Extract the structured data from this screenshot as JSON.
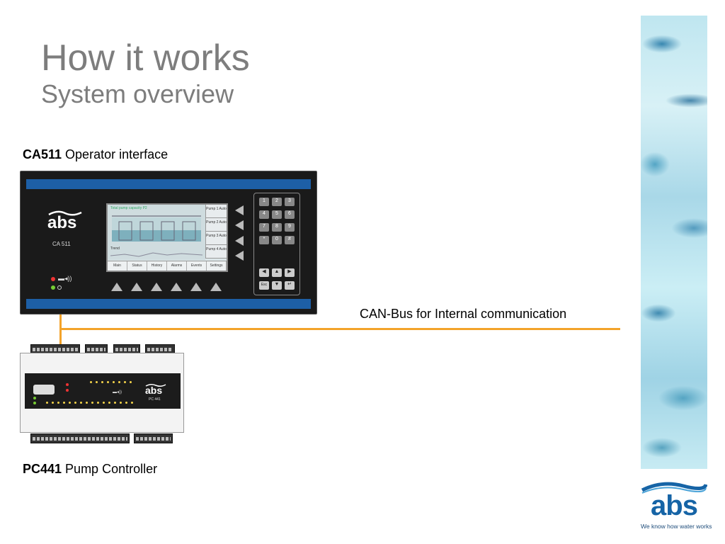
{
  "slide": {
    "title": "How it works",
    "subtitle": "System overview"
  },
  "ca511": {
    "caption_bold": "CA511",
    "caption_rest": " Operator interface",
    "brand": "abs",
    "model": "CA 511",
    "screen": {
      "header": "Total pump capacity P2",
      "pump_buttons": [
        "Pump 1 Auto",
        "Pump 2 Auto",
        "Pump 3 Auto",
        "Pump 4 Auto"
      ],
      "tabs": [
        "Main",
        "Status",
        "History",
        "Alarms",
        "Events",
        "Settings"
      ],
      "trend_label": "Trend"
    },
    "keypad": [
      "1",
      "2",
      "3",
      "4",
      "5",
      "6",
      "7",
      "8",
      "9",
      "*",
      "0",
      "#"
    ],
    "esc_label": "Esc"
  },
  "bus": {
    "label": "CAN-Bus for Internal communication",
    "color": "#f3a32a"
  },
  "pc441": {
    "caption_bold": "PC441",
    "caption_rest": " Pump Controller",
    "brand": "abs",
    "model": "PC 441"
  },
  "logo": {
    "text": "abs",
    "tagline": "We know how water works",
    "color": "#1664a6"
  }
}
